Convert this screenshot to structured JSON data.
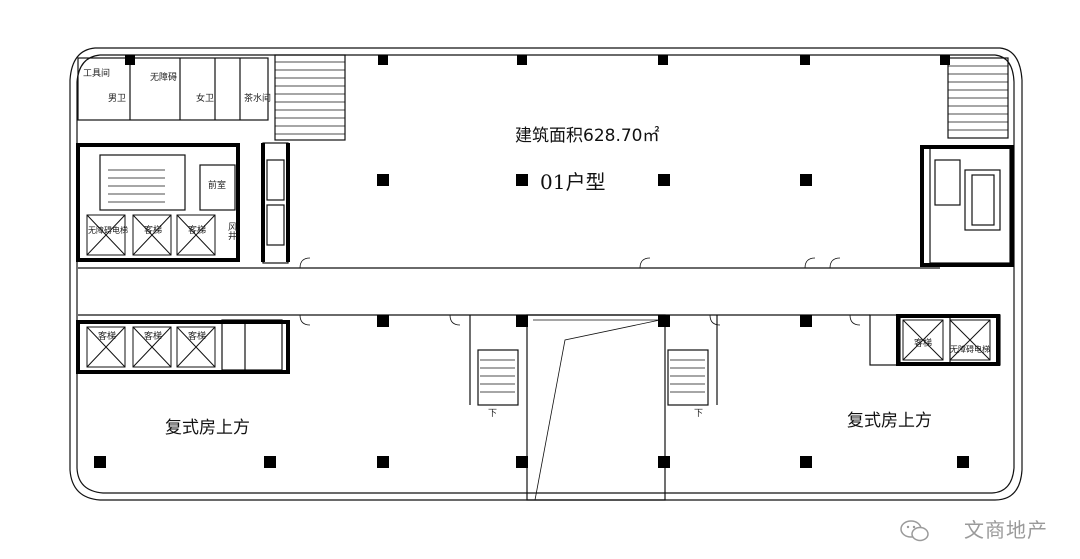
{
  "plan": {
    "area_label": "建筑面积628.70㎡",
    "unit_type": "01户型",
    "duplex_left": "复式房上方",
    "duplex_right": "复式房上方",
    "rooms": {
      "janitor": "工具间",
      "accessible_wc": "无障碍",
      "male_wc": "男卫",
      "female_wc": "女卫",
      "tea_room": "茶水间",
      "lobby": "前室",
      "shaft": "风井",
      "elevator": "客梯",
      "accessible_elevator": "无障碍电梯",
      "down": "下"
    }
  },
  "watermark": "文商地产",
  "colors": {
    "line": "#111111",
    "column": "#000000",
    "watermark": "#9a9a9a"
  }
}
